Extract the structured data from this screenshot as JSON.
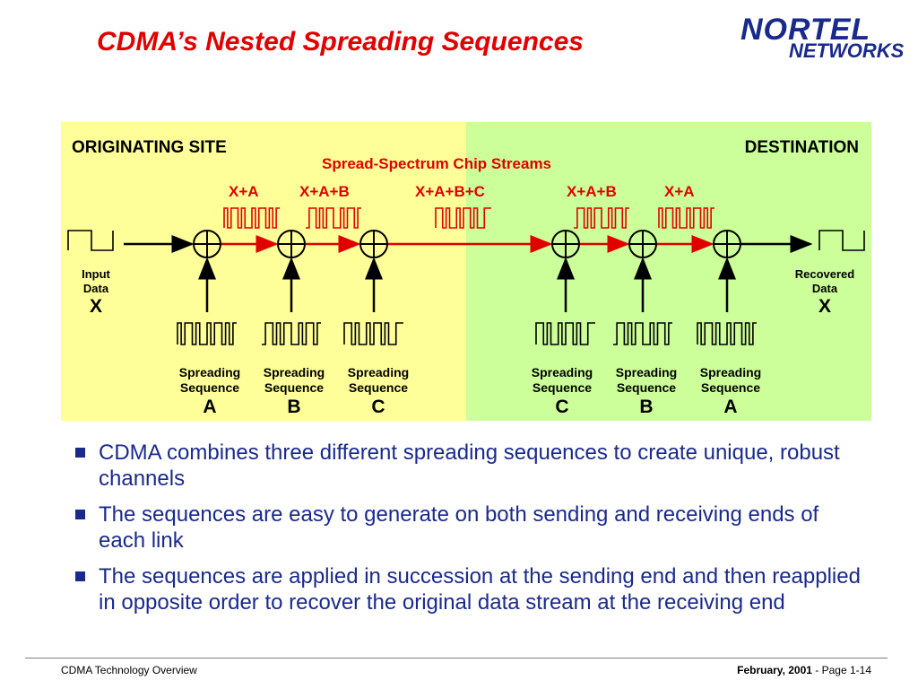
{
  "title": "CDMA’s Nested Spreading Sequences",
  "logo": {
    "line1": "NORTEL",
    "line2": "NETWORKS",
    "name": "nortel-networks-logo"
  },
  "diagram": {
    "originating_label": "ORIGINATING SITE",
    "destination_label": "DESTINATION",
    "stream_caption": "Spread-Spectrum Chip Streams",
    "stream_labels": [
      "X+A",
      "X+A+B",
      "X+A+B+C",
      "X+A+B",
      "X+A"
    ],
    "input": {
      "line1": "Input",
      "line2": "Data",
      "symbol": "X"
    },
    "output": {
      "line1": "Recovered",
      "line2": "Data",
      "symbol": "X"
    },
    "sequences": [
      {
        "line1": "Spreading",
        "line2": "Sequence",
        "letter": "A"
      },
      {
        "line1": "Spreading",
        "line2": "Sequence",
        "letter": "B"
      },
      {
        "line1": "Spreading",
        "line2": "Sequence",
        "letter": "C"
      },
      {
        "line1": "Spreading",
        "line2": "Sequence",
        "letter": "C"
      },
      {
        "line1": "Spreading",
        "line2": "Sequence",
        "letter": "B"
      },
      {
        "line1": "Spreading",
        "line2": "Sequence",
        "letter": "A"
      }
    ],
    "colors": {
      "origin_bg": "#ffff99",
      "dest_bg": "#ccff99",
      "stream_red": "#e00000",
      "line": "#000000"
    }
  },
  "bullets": [
    "CDMA combines three different spreading sequences to create unique, robust channels",
    "The sequences are easy to generate on both sending and receiving ends of each link",
    "The sequences are applied in succession at the sending end and then reapplied in opposite order to recover the original data stream at the receiving end"
  ],
  "footer": {
    "left": "CDMA Technology Overview",
    "date": "February, 2001",
    "separator": " -  ",
    "page": "Page 1-14"
  }
}
